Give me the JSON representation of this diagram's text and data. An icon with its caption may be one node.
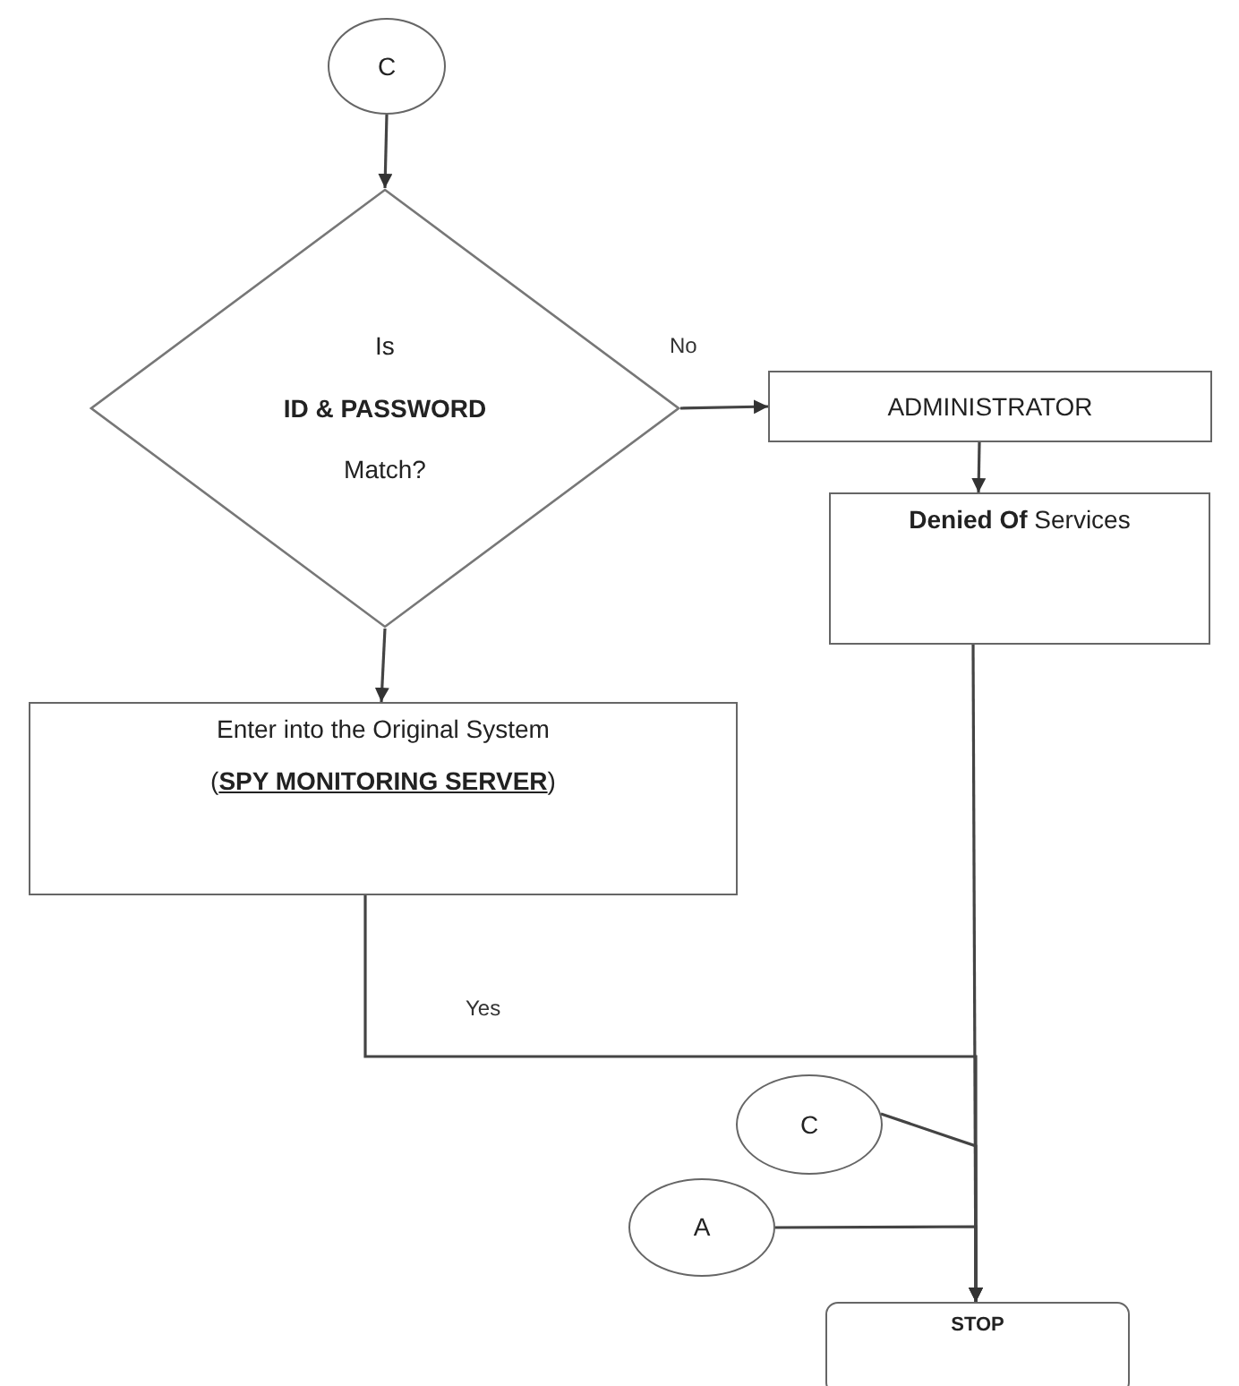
{
  "diagram": {
    "nodes": [
      {
        "text": [
          "C"
        ]
      },
      {
        "text": [
          "Is",
          "ID & PASSWORD",
          "Match?"
        ]
      },
      {
        "text": [
          "ADMINISTRATOR"
        ]
      },
      {
        "text": [
          "**Denied Of** Services"
        ]
      },
      {
        "text": [
          "Enter into the Original System",
          "(**SPY MONITORING SERVER**)"
        ]
      },
      {
        "text": [
          "C"
        ]
      },
      {
        "text": [
          "A"
        ]
      },
      {
        "text": [
          "STOP"
        ]
      }
    ],
    "edges": [
      {
        "from": 0,
        "to": 1,
        "arrow": "to"
      },
      {
        "from": 1,
        "to": 2,
        "label": "No",
        "arrow": "to"
      },
      {
        "from": 2,
        "to": 3,
        "arrow": "to"
      },
      {
        "from": 1,
        "to": 4,
        "arrow": "to"
      },
      {
        "from": 4,
        "to": 7,
        "label": "Yes",
        "arrow": "to"
      },
      {
        "from": 3,
        "to": 7,
        "arrow": "to"
      },
      {
        "from": 5,
        "to": 7,
        "arrow": "to"
      },
      {
        "from": 6,
        "to": 7,
        "arrow": "to"
      }
    ]
  }
}
